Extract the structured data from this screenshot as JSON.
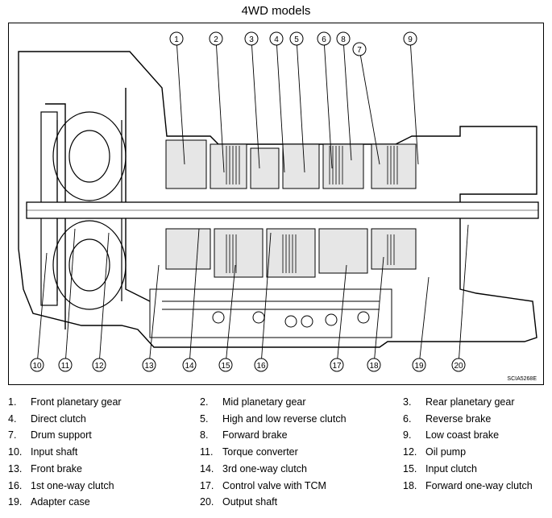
{
  "title": "4WD models",
  "figure_code": "SCIA5268E",
  "callouts_top": [
    "1",
    "2",
    "3",
    "4",
    "5",
    "6",
    "7",
    "8",
    "9"
  ],
  "callouts_bottom": [
    "10",
    "11",
    "12",
    "13",
    "14",
    "15",
    "16",
    "17",
    "18",
    "19",
    "20"
  ],
  "legend": [
    [
      {
        "num": "1.",
        "label": "Front planetary gear"
      },
      {
        "num": "2.",
        "label": "Mid planetary gear"
      },
      {
        "num": "3.",
        "label": "Rear planetary gear"
      }
    ],
    [
      {
        "num": "4.",
        "label": "Direct clutch"
      },
      {
        "num": "5.",
        "label": "High and low reverse clutch"
      },
      {
        "num": "6.",
        "label": "Reverse brake"
      }
    ],
    [
      {
        "num": "7.",
        "label": "Drum support"
      },
      {
        "num": "8.",
        "label": "Forward brake"
      },
      {
        "num": "9.",
        "label": "Low coast brake"
      }
    ],
    [
      {
        "num": "10.",
        "label": "Input shaft"
      },
      {
        "num": "11.",
        "label": "Torque converter"
      },
      {
        "num": "12.",
        "label": "Oil pump"
      }
    ],
    [
      {
        "num": "13.",
        "label": "Front brake"
      },
      {
        "num": "14.",
        "label": "3rd one-way clutch"
      },
      {
        "num": "15.",
        "label": "Input clutch"
      }
    ],
    [
      {
        "num": "16.",
        "label": "1st one-way clutch"
      },
      {
        "num": "17.",
        "label": "Control valve with TCM"
      },
      {
        "num": "18.",
        "label": "Forward one-way clutch"
      }
    ],
    [
      {
        "num": "19.",
        "label": "Adapter case"
      },
      {
        "num": "20.",
        "label": "Output shaft"
      }
    ]
  ]
}
